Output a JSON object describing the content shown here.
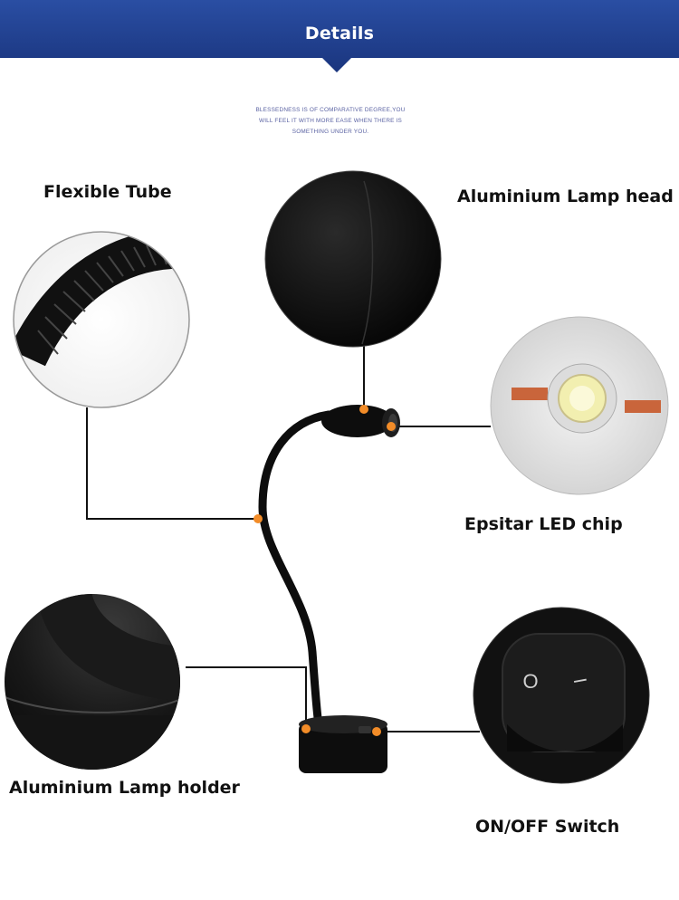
{
  "header": {
    "title": "Details",
    "color": "#1f3f8f"
  },
  "motto": {
    "line1": "BLESSEDNESS IS OF COMPARATIVE DEGREE,YOU",
    "line2": "WILL FEEL IT WITH MORE EASE WHEN THERE IS",
    "line3": "SOMETHING UNDER YOU."
  },
  "labels": {
    "flexible_tube": "Flexible Tube",
    "lamp_head": "Aluminium Lamp head",
    "led_chip": "Epsitar LED chip",
    "lamp_holder": "Aluminium Lamp holder",
    "switch": "ON/OFF Switch"
  },
  "switch_symbols": {
    "off": "O",
    "on": "I"
  },
  "colors": {
    "marker": "#f28c28",
    "lamp_black": "#0d0d0d",
    "led_yellow": "#f2efb0"
  }
}
